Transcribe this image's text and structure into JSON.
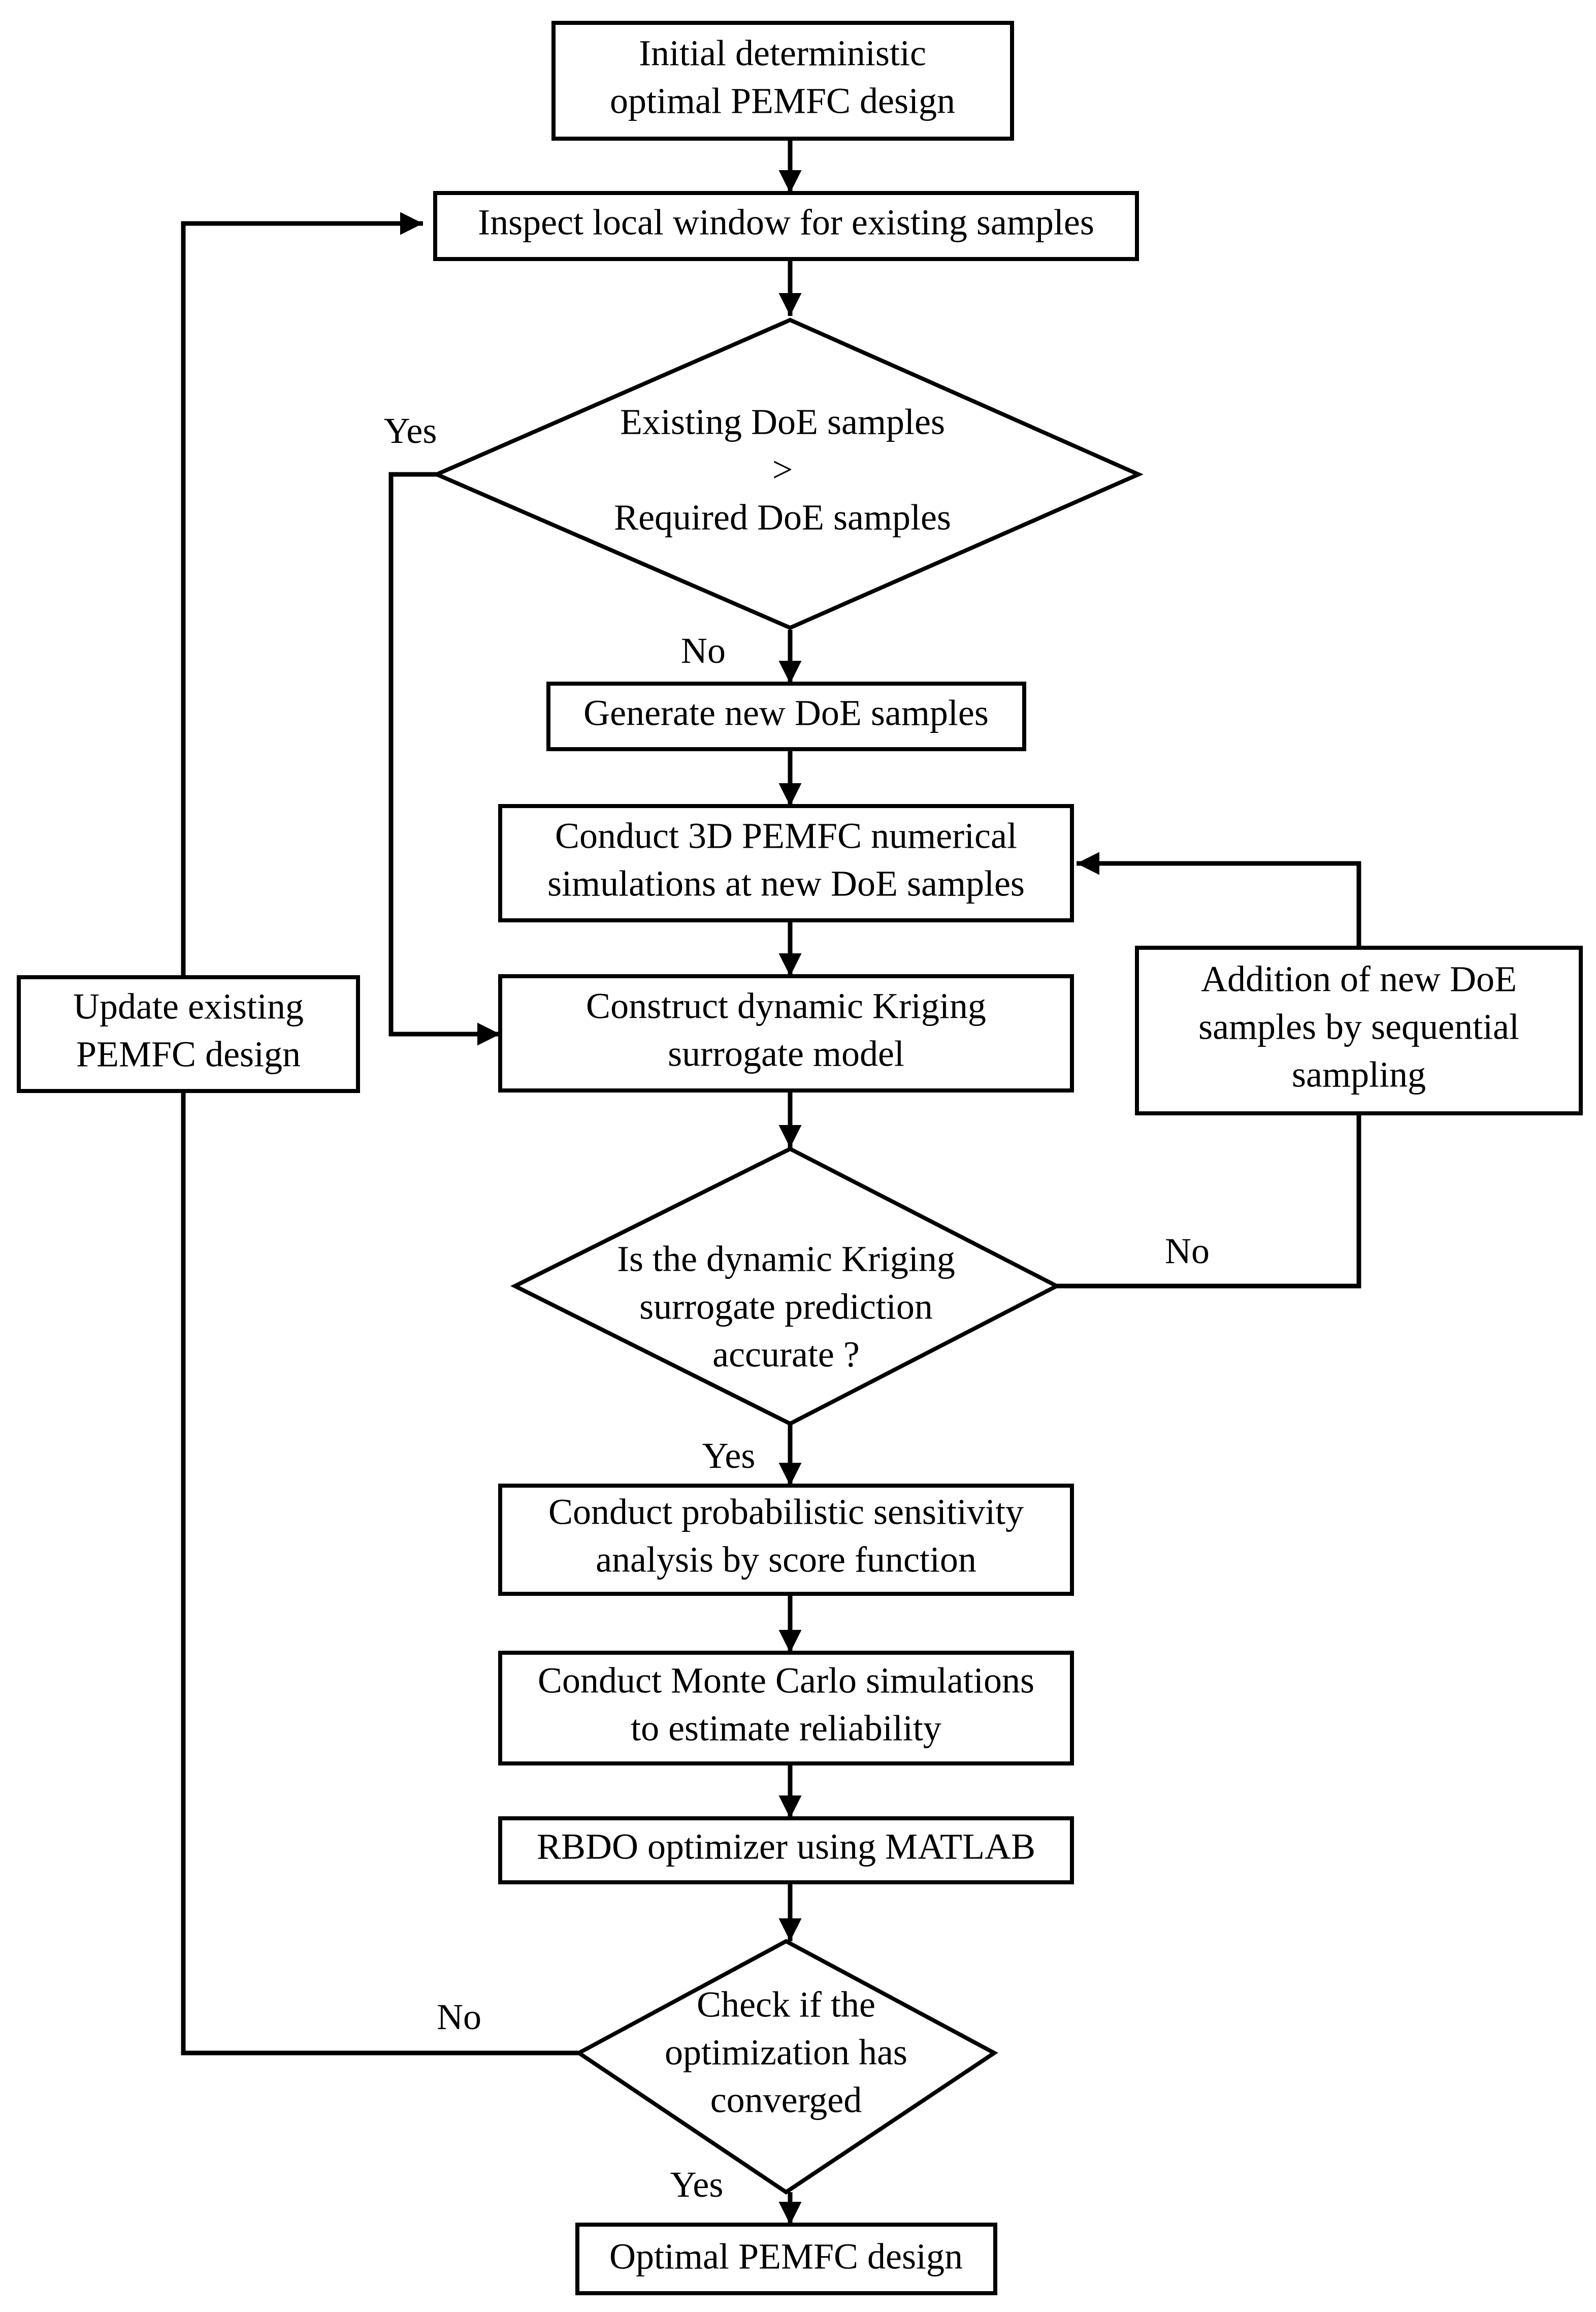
{
  "flowchart": {
    "nodes": {
      "initial_design": {
        "lines": [
          "Initial deterministic",
          "optimal PEMFC design"
        ]
      },
      "inspect_window": {
        "lines": [
          "Inspect local window for existing samples"
        ]
      },
      "check_samples": {
        "lines": [
          "Existing DoE samples",
          ">",
          "Required DoE samples"
        ]
      },
      "generate_samples": {
        "lines": [
          "Generate new DoE samples"
        ]
      },
      "simulations_3d": {
        "lines": [
          "Conduct 3D PEMFC numerical",
          "simulations at new DoE samples"
        ]
      },
      "construct_kriging": {
        "lines": [
          "Construct dynamic Kriging",
          "surrogate model"
        ]
      },
      "update_design": {
        "lines": [
          "Update existing",
          "PEMFC design"
        ]
      },
      "sequential_sampling": {
        "lines": [
          "Addition of new DoE",
          "samples by sequential",
          "sampling"
        ]
      },
      "check_accuracy": {
        "lines": [
          "Is the dynamic Kriging",
          "surrogate prediction",
          "accurate ?"
        ]
      },
      "sensitivity_analysis": {
        "lines": [
          "Conduct probabilistic sensitivity",
          "analysis by score function"
        ]
      },
      "monte_carlo": {
        "lines": [
          "Conduct Monte Carlo simulations",
          "to estimate reliability"
        ]
      },
      "rbdo_optimizer": {
        "lines": [
          "RBDO optimizer using MATLAB"
        ]
      },
      "check_convergence": {
        "lines": [
          "Check if the",
          "optimization has",
          "converged"
        ]
      },
      "optimal_design": {
        "lines": [
          "Optimal PEMFC design"
        ]
      }
    },
    "edge_labels": {
      "samples_yes": "Yes",
      "samples_no": "No",
      "accuracy_no": "No",
      "accuracy_yes": "Yes",
      "convergence_no": "No",
      "convergence_yes": "Yes"
    }
  }
}
